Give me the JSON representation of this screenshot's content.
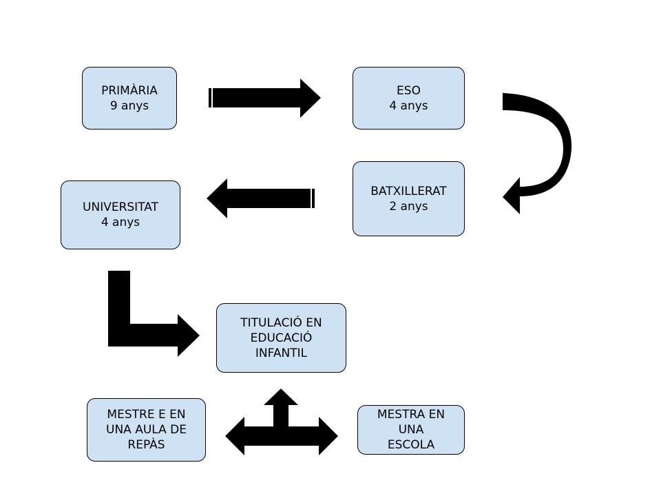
{
  "nodes": {
    "primaria": {
      "line1": "PRIMÀRIA",
      "line2": "9 anys"
    },
    "eso": {
      "line1": "ESO",
      "line2": "4 anys"
    },
    "batxillerat": {
      "line1": "BATXILLERAT",
      "line2": "2 anys"
    },
    "universitat": {
      "line1": "UNIVERSITAT",
      "line2": "4 anys"
    },
    "titulacio": {
      "line1": "TITULACIÓ EN",
      "line2": "EDUCACIÓ",
      "line3": "INFANTIL"
    },
    "mestre_repas": {
      "line1": "MESTRE E EN",
      "line2": "UNA AULA DE",
      "line3": "REPÀS"
    },
    "mestra_escola": {
      "line1": "MESTRA EN",
      "line2": "UNA",
      "line3": "ESCOLA"
    }
  },
  "colors": {
    "box_fill": "#cfe2f3",
    "arrow": "#000000"
  }
}
